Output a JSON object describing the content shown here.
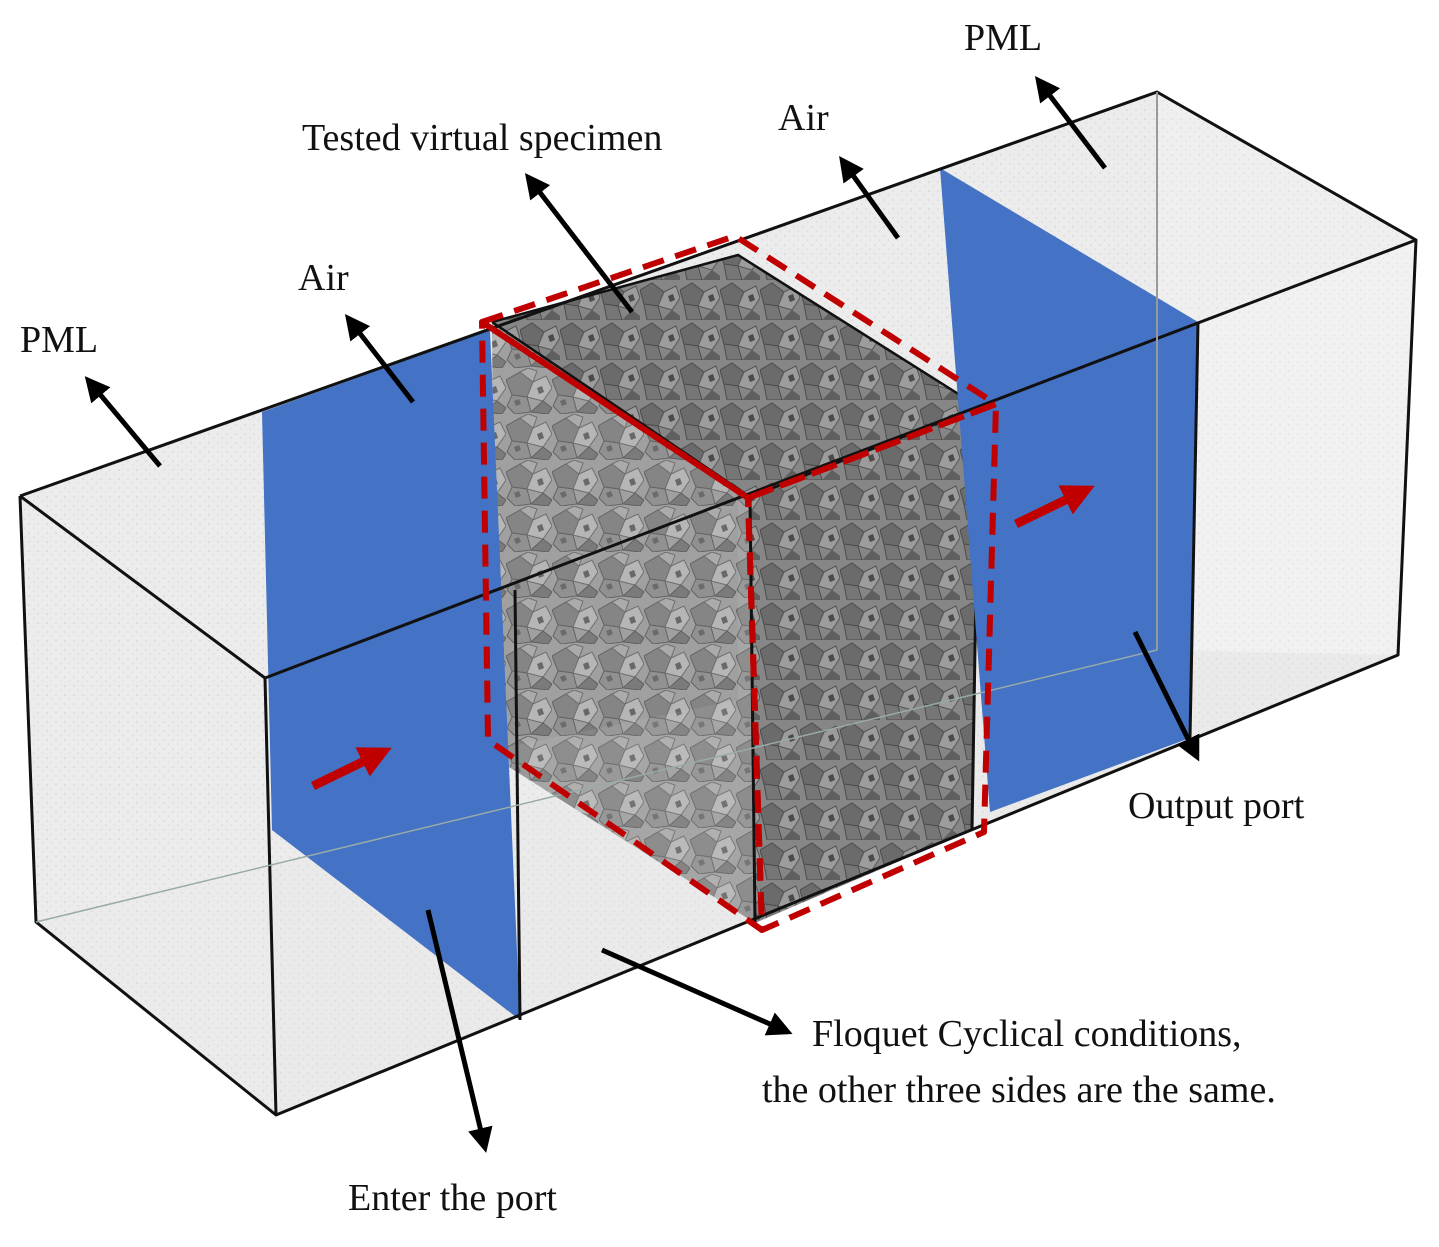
{
  "labels": {
    "pml_left": "PML",
    "air_left": "Air",
    "specimen": "Tested virtual specimen",
    "air_right": "Air",
    "pml_right": "PML",
    "output_port": "Output port",
    "enter_port": "Enter the port",
    "floquet_line1": "Floquet Cyclical conditions,",
    "floquet_line2": "the other three sides are the same."
  },
  "colors": {
    "port_plane": "#4472C4",
    "wave_arrow": "#C00000",
    "specimen_outline": "#C00000",
    "air_region": "#EDEDED",
    "specimen_fill": "#8E8E8E",
    "edge": "#111111"
  }
}
